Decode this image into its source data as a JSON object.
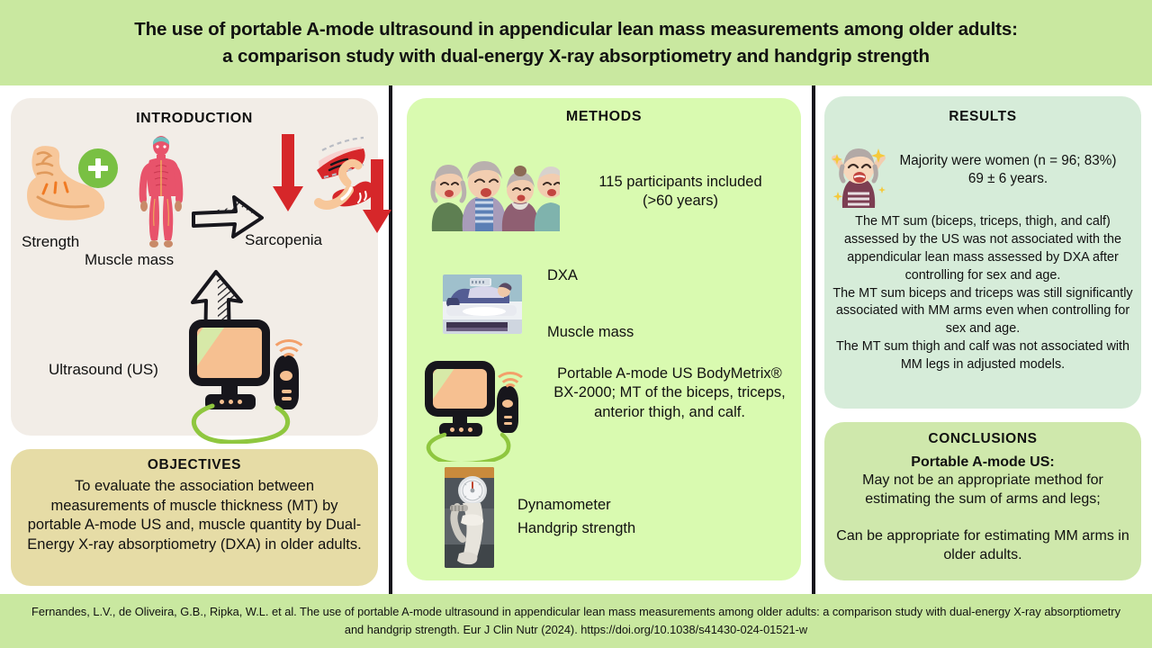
{
  "header": {
    "title": "The use of portable A-mode ultrasound in appendicular lean mass measurements among older adults:\na comparison study with dual-energy X-ray absorptiometry and handgrip strength"
  },
  "colors": {
    "header_green": "#c9e8a0",
    "introduction_bg": "#f2ede7",
    "objectives_bg": "#e6dca6",
    "methods_bg": "#d9fab0",
    "results_bg": "#d6ecd9",
    "conclusions_bg": "#cfe8ac",
    "accent_green": "#79c043",
    "cord_green": "#8fc73f",
    "screen_peach": "#f6c091",
    "red_arrow": "#d6272a",
    "muscle_pink": "#e8536b",
    "divider": "#16151c"
  },
  "introduction": {
    "title": "INTRODUCTION",
    "labels": {
      "strength": "Strength",
      "muscle_mass": "Muscle mass",
      "sarcopenia": "Sarcopenia",
      "ultrasound": "Ultrasound (US)"
    }
  },
  "objectives": {
    "title": "OBJECTIVES",
    "body": "To evaluate the association between measurements of muscle thickness (MT) by portable A-mode US and, muscle quantity by Dual-Energy X-ray absorptiometry (DXA) in older adults."
  },
  "methods": {
    "title": "METHODS",
    "items": [
      {
        "icon": "elderly-group-illustration",
        "text": "115 participants included\n(>60 years)"
      },
      {
        "icon": "dxa-scanner-photo",
        "text": "DXA\n\nMuscle mass"
      },
      {
        "icon": "portable-ultrasound-illustration",
        "text": "Portable A-mode US BodyMetrix®\nBX-2000; MT of the biceps, triceps,\nanterior thigh, and calf."
      },
      {
        "icon": "dynamometer-photo",
        "text": "Dynamometer\nHandgrip strength"
      }
    ]
  },
  "results": {
    "title": "RESULTS",
    "icon": "celebrating-older-woman-emoji",
    "highlight": "Majority were women (n = 96; 83%)\n69 ± 6 years.",
    "body": "The MT sum (biceps, triceps, thigh, and calf) assessed by the US was not associated with the appendicular lean mass assessed by DXA after controlling for sex and age.\nThe MT sum biceps and triceps was still significantly associated with MM arms even when controlling for sex and age.\nThe MT sum thigh and calf was not associated with MM legs in adjusted models."
  },
  "conclusions": {
    "title": "CONCLUSIONS",
    "lead": "Portable A-mode US:",
    "body": "May not be an appropriate method for estimating the sum of arms and legs;\n\nCan be appropriate for estimating MM arms in older adults."
  },
  "footer": {
    "citation": "Fernandes, L.V., de Oliveira, G.B., Ripka, W.L. et al. The use of portable A-mode ultrasound in appendicular lean mass measurements among older adults: a comparison study with dual-energy X-ray absorptiometry and handgrip strength. Eur J Clin Nutr (2024). https://doi.org/10.1038/s41430-024-01521-w"
  }
}
